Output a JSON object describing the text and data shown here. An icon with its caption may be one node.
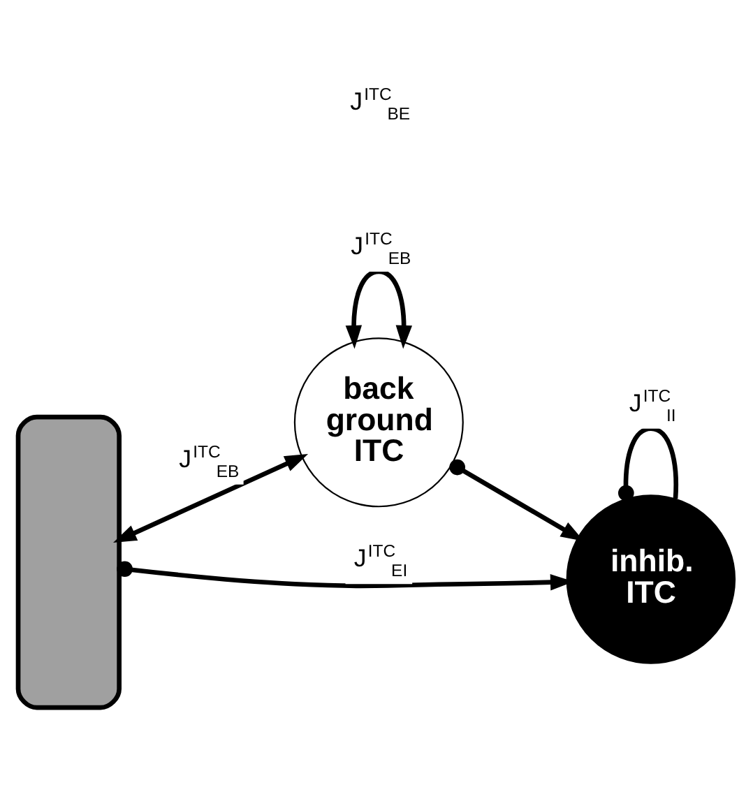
{
  "diagram": {
    "nodes": [
      {
        "text": [],
        "shape": "box"
      },
      {
        "text": [
          "back ground ITC"
        ]
      },
      {
        "text": [
          "inhib. ITC"
        ]
      }
    ],
    "edges": [
      {
        "from": 0,
        "to": 2,
        "arrow": "to",
        "label": "J$^{ITC}$$_{EI}$"
      },
      {
        "from": 0,
        "to": 1,
        "arrow": "both",
        "label": "J$^{ITC}$$_{EB}$"
      },
      {
        "from": 1,
        "to": 1,
        "arrow": "both",
        "label": "J$^{ITC}$$_{EB}$"
      },
      {
        "from": 1,
        "to": 2,
        "arrow": "to"
      },
      {
        "from": 2,
        "to": 2,
        "arrow": "other",
        "label": "J$^{ITC}$$_{II}$"
      }
    ],
    "labels": [
      "J$^{ITC}$$_{BE}$"
    ]
  }
}
